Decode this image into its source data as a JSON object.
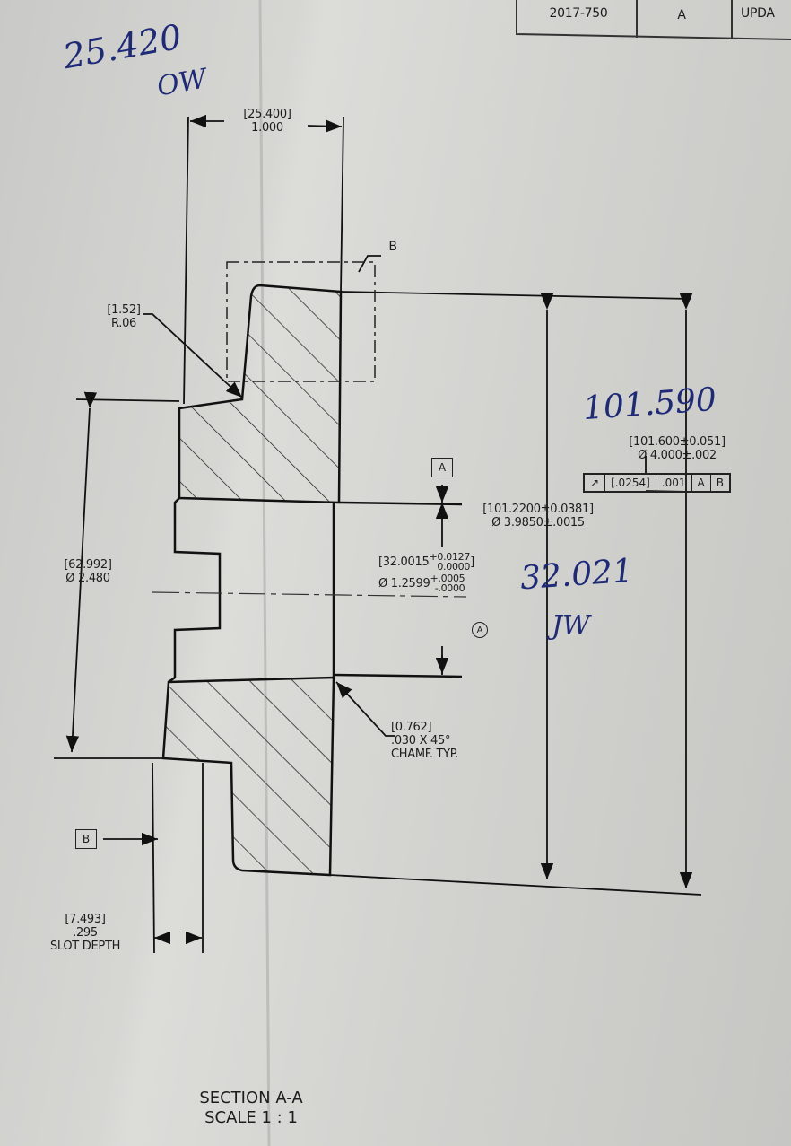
{
  "title_block": {
    "cells": [
      "2017-750",
      "A",
      "UPDA"
    ]
  },
  "handwritten": {
    "note_top": "25.420",
    "note_top_initials": "OW",
    "note_right_dia": "101.590",
    "note_bore": "32.021",
    "note_bore_initials": "JW"
  },
  "dims": {
    "width_metric": "[25.400]",
    "width_inch": "1.000",
    "radius_metric": "[1.52]",
    "radius_inch": "R.06",
    "detail_label": "B",
    "od_metric": "[101.600±0.051]",
    "od_inch": "Ø 4.000±.002",
    "step_metric": "[101.2200±0.0381]",
    "step_inch": "Ø 3.9850±.0015",
    "bore_metric": "32.0015",
    "bore_metric_tol_plus": "+0.0127",
    "bore_metric_tol_minus": "0.0000",
    "bore_inch": "Ø 1.2599",
    "bore_inch_tol_plus": "+.0005",
    "bore_inch_tol_minus": "-.0000",
    "bore_datum": "A",
    "hub_metric": "[62.992]",
    "hub_inch": "Ø 2.480",
    "chamfer_metric": "[0.762]",
    "chamfer_inch": ".030  X 45°",
    "chamfer_note": "CHAMF. TYP.",
    "slot_metric": "[7.493]",
    "slot_inch": ".295",
    "slot_note": "SLOT DEPTH"
  },
  "datums": {
    "a": "A",
    "b": "B"
  },
  "feature_control_frame": {
    "symbol": "circular-runout",
    "tol_metric": "[.0254]",
    "tol_inch": ".001",
    "datum1": "A",
    "datum2": "B"
  },
  "section": {
    "title": "SECTION A-A",
    "scale": "SCALE 1 : 1"
  }
}
